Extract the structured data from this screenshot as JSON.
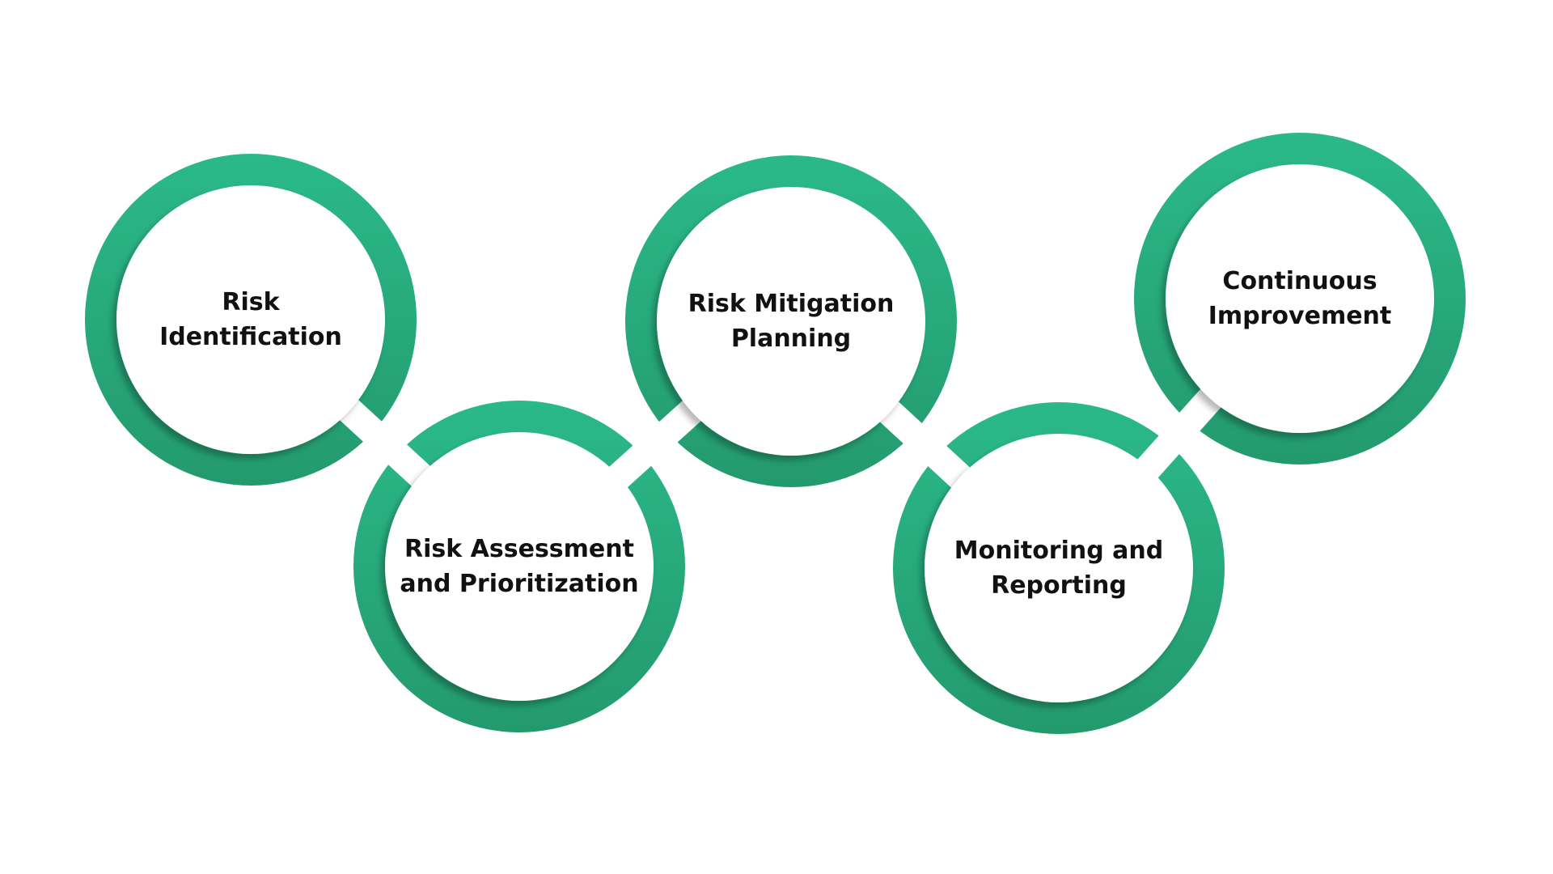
{
  "colors": {
    "ring_top": "#2bb989",
    "ring_bottom": "#239a6e",
    "inner_fill": "#ffffff",
    "text": "#111111",
    "background": "#ffffff"
  },
  "steps": [
    {
      "id": "risk-identification",
      "lines": [
        "Risk",
        "Identification"
      ]
    },
    {
      "id": "risk-assessment-and-prioritization",
      "lines": [
        "Risk Assessment",
        "and Prioritization"
      ]
    },
    {
      "id": "risk-mitigation-planning",
      "lines": [
        "Risk Mitigation",
        "Planning"
      ]
    },
    {
      "id": "monitoring-and-reporting",
      "lines": [
        "Monitoring and",
        "Reporting"
      ]
    },
    {
      "id": "continuous-improvement",
      "lines": [
        "Continuous",
        "Improvement"
      ]
    }
  ]
}
